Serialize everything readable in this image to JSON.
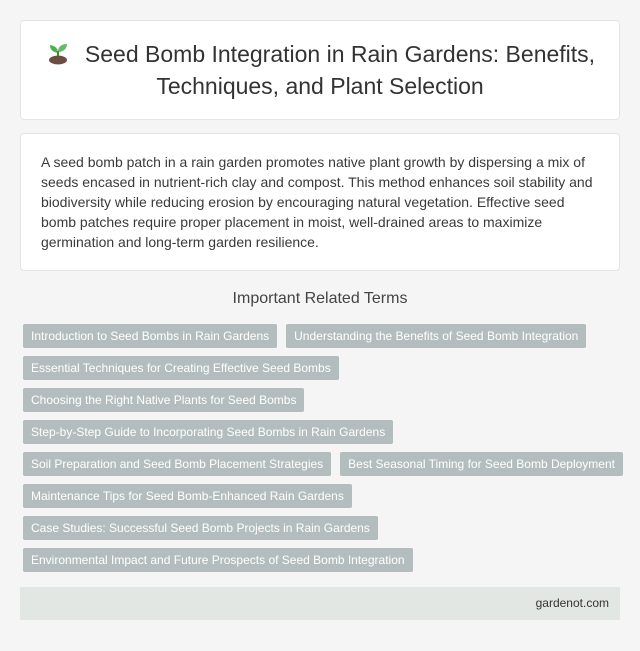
{
  "header": {
    "icon": "sprout-icon",
    "title": "Seed Bomb Integration in Rain Gardens: Benefits, Techniques, and Plant Selection"
  },
  "summary": {
    "text": "A seed bomb patch in a rain garden promotes native plant growth by dispersing a mix of seeds encased in nutrient-rich clay and compost. This method enhances soil stability and biodiversity while reducing erosion by encouraging natural vegetation. Effective seed bomb patches require proper placement in moist, well-drained areas to maximize germination and long-term garden resilience."
  },
  "related": {
    "heading": "Important Related Terms",
    "terms": [
      "Introduction to Seed Bombs in Rain Gardens",
      "Understanding the Benefits of Seed Bomb Integration",
      "Essential Techniques for Creating Effective Seed Bombs",
      "Choosing the Right Native Plants for Seed Bombs",
      "Step-by-Step Guide to Incorporating Seed Bombs in Rain Gardens",
      "Soil Preparation and Seed Bomb Placement Strategies",
      "Best Seasonal Timing for Seed Bomb Deployment",
      "Maintenance Tips for Seed Bomb-Enhanced Rain Gardens",
      "Case Studies: Successful Seed Bomb Projects in Rain Gardens",
      "Environmental Impact and Future Prospects of Seed Bomb Integration"
    ]
  },
  "footer": {
    "site": "gardenot.com"
  },
  "colors": {
    "background": "#f4f5f4",
    "tag": "#b4bdbd",
    "footer": "#e3e7e3"
  }
}
